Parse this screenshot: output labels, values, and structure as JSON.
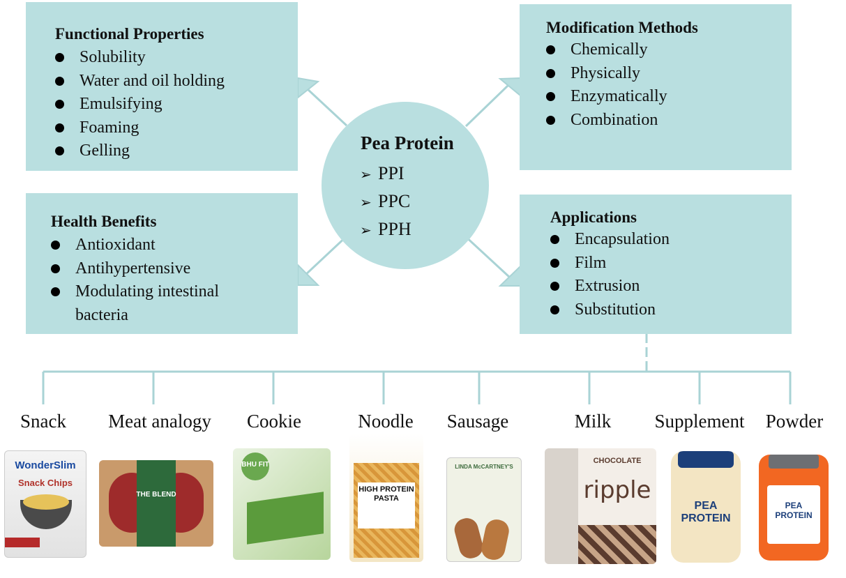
{
  "center": {
    "title": "Pea Protein",
    "items": [
      "PPI",
      "PPC",
      "PPH"
    ]
  },
  "functional_properties": {
    "title": "Functional Properties",
    "items": [
      "Solubility",
      "Water and oil holding",
      "Emulsifying",
      "Foaming",
      "Gelling"
    ]
  },
  "modification_methods": {
    "title": "Modification Methods",
    "items": [
      "Chemically",
      "Physically",
      "Enzymatically",
      "Combination"
    ]
  },
  "health_benefits": {
    "title": "Health Benefits",
    "items": [
      "Antioxidant",
      "Antihypertensive",
      "Modulating intestinal",
      "bacteria"
    ]
  },
  "applications": {
    "title": "Applications",
    "items": [
      "Encapsulation",
      "Film",
      "Extrusion",
      "Substitution"
    ]
  },
  "categories": [
    "Snack",
    "Meat analogy",
    "Cookie",
    "Noodle",
    "Sausage",
    "Milk",
    "Supplement",
    "Powder"
  ],
  "products": {
    "snack": "WonderSlim",
    "snack_sub": "Snack Chips",
    "meat": "THE BLEND",
    "cookie": "BHU FIT",
    "noodle": "HIGH PROTEIN PASTA",
    "sausage": "LINDA McCARTNEY'S",
    "milk_top": "CHOCOLATE",
    "milk": "ripple",
    "supplement": "PEA PROTEIN",
    "powder": "PEA PROTEIN"
  },
  "colors": {
    "box_fill": "#b9dfe0",
    "connector": "#b9dfe0"
  }
}
